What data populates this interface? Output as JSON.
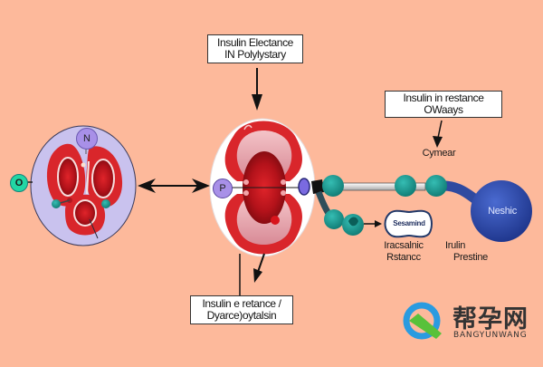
{
  "diagram": {
    "background_color": "#fdb99b",
    "labels": {
      "top_center": {
        "line1": "Insulin Electance",
        "line2": "IN Polylystary"
      },
      "top_right": {
        "line1": "Insulin in restance",
        "line2": "OWaays"
      },
      "bottom_center": {
        "line1": "Insulin e retance /",
        "line2": "Dyarce)oytalsin"
      },
      "cymear": "Cymear",
      "pill": "Sesamind",
      "bottom_mid_left": {
        "line1": "Iracsalnic",
        "line2": "Rstancc"
      },
      "bottom_mid_right": {
        "line1": "Irulin",
        "line2": "Prestine"
      },
      "sphere": "Neshic"
    },
    "nodes": {
      "left_cell_top_badge": "N",
      "left_cell_left_badge": "O",
      "center_cell_left_badge": "P"
    },
    "colors": {
      "left_cell_fill": "#c9c2ee",
      "center_cell_fill": "#ffffff",
      "red_dark": "#a8121a",
      "red_mid": "#d9262b",
      "teal": "#1b9a92",
      "blue_sphere": "#2c4aa8",
      "purple_badge": "#a890e8",
      "green_badge": "#22d6a4"
    },
    "watermark": {
      "chinese": "帮孕网",
      "english": "BANGYUNWANG"
    }
  }
}
